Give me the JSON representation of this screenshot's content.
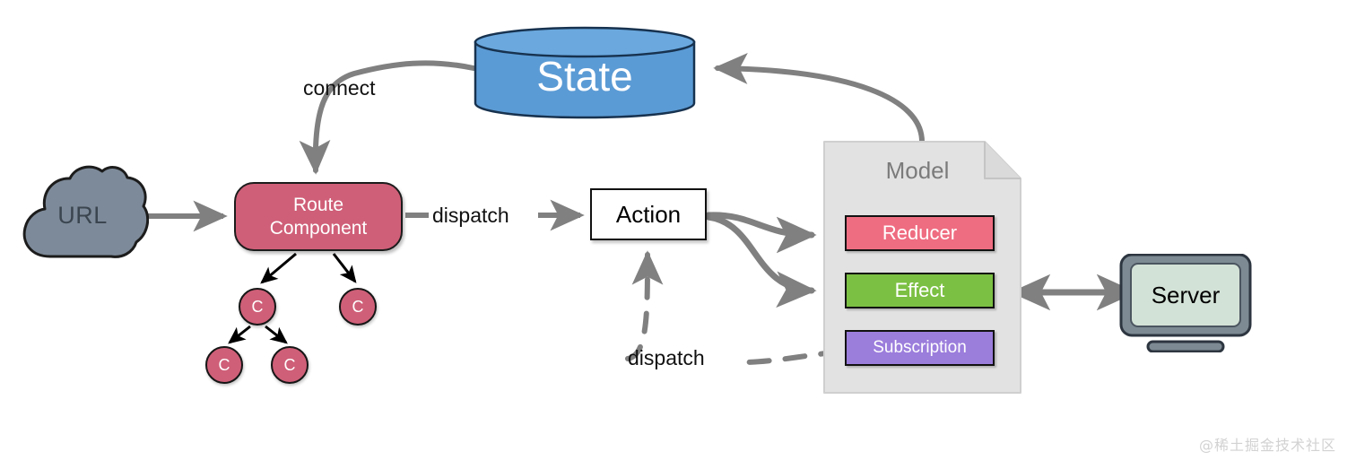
{
  "diagram": {
    "title": "dva / redux data flow diagram",
    "watermark": "@稀土掘金技术社区"
  },
  "nodes": {
    "url": {
      "label": "URL",
      "shape": "cloud",
      "color": "#7d8a99"
    },
    "route_component": {
      "label": "Route\nComponent",
      "label_line1": "Route",
      "label_line2": "Component",
      "shape": "rounded-rect",
      "color": "#cf5f78"
    },
    "components": [
      {
        "label": "C",
        "shape": "circle",
        "color": "#cf5f78"
      },
      {
        "label": "C",
        "shape": "circle",
        "color": "#cf5f78"
      },
      {
        "label": "C",
        "shape": "circle",
        "color": "#cf5f78"
      },
      {
        "label": "C",
        "shape": "circle",
        "color": "#cf5f78"
      }
    ],
    "state": {
      "label": "State",
      "shape": "cylinder",
      "color": "#5b9bd5"
    },
    "action": {
      "label": "Action",
      "shape": "rect",
      "color": "#ffffff"
    },
    "model": {
      "title": "Model",
      "shape": "document",
      "color": "#e2e2e2",
      "items": [
        {
          "label": "Reducer",
          "color": "#ef6d81"
        },
        {
          "label": "Effect",
          "color": "#7cc043"
        },
        {
          "label": "Subscription",
          "color": "#9b7ddc"
        }
      ]
    },
    "server": {
      "label": "Server",
      "shape": "monitor",
      "color": "#d3e2d6",
      "bezel_color": "#7d8a93"
    }
  },
  "edges": [
    {
      "from": "url",
      "to": "route_component",
      "label": "",
      "style": "solid",
      "color": "#808080"
    },
    {
      "from": "state",
      "to": "route_component",
      "label": "connect",
      "style": "solid-curved",
      "color": "#808080"
    },
    {
      "from": "route_component",
      "to": "action",
      "label": "dispatch",
      "style": "solid",
      "color": "#808080"
    },
    {
      "from": "action",
      "to": "reducer",
      "label": "",
      "style": "solid-curved",
      "color": "#808080"
    },
    {
      "from": "action",
      "to": "effect",
      "label": "",
      "style": "solid-curved",
      "color": "#808080"
    },
    {
      "from": "model",
      "to": "state",
      "label": "",
      "style": "solid-curved",
      "color": "#808080"
    },
    {
      "from": "subscription",
      "to": "action",
      "label": "dispatch",
      "style": "dashed-curved",
      "color": "#808080"
    },
    {
      "from": "effect",
      "to": "server",
      "label": "",
      "style": "bidirectional",
      "color": "#808080"
    },
    {
      "from": "route_component",
      "to": "components",
      "label": "",
      "style": "solid-thin",
      "color": "#000000"
    }
  ],
  "labels": {
    "connect": "connect",
    "dispatch_action": "dispatch",
    "dispatch_subscription": "dispatch"
  }
}
